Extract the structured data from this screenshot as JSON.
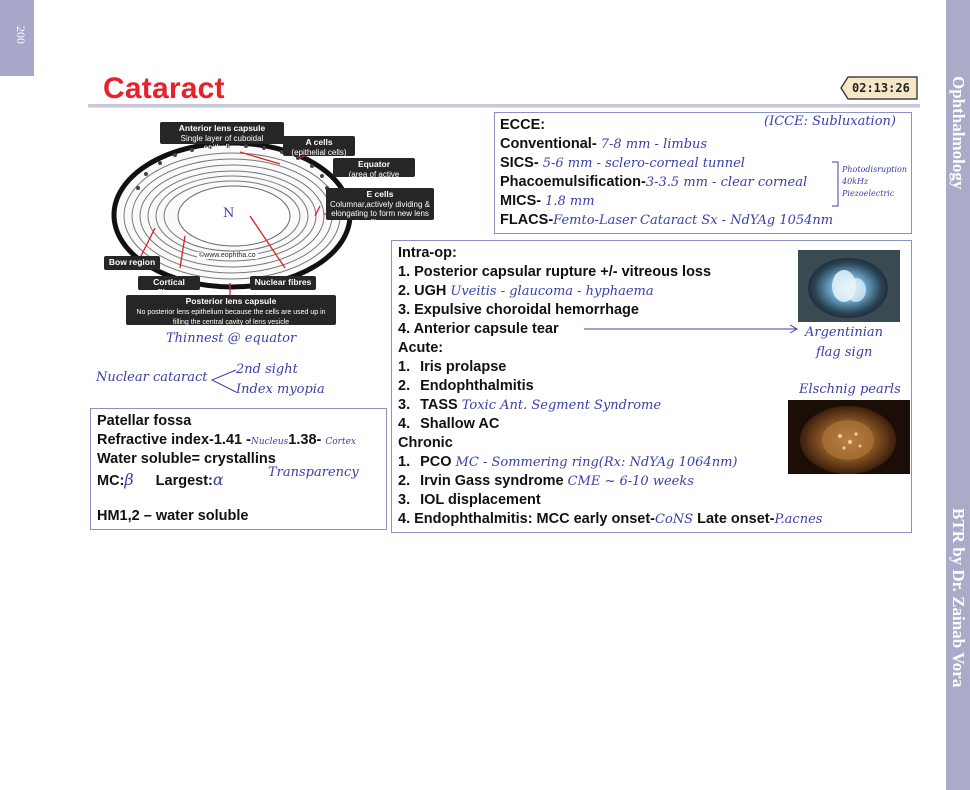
{
  "page_number": "200",
  "side_labels": {
    "top": "Ophthalmology",
    "bottom": "BTR by Dr. Zainab Vora"
  },
  "title": "Cataract",
  "timer": "02:13:26",
  "diagram": {
    "anterior_capsule_title": "Anterior lens capsule",
    "anterior_capsule_sub": "Single layer of cuboidal epithelium",
    "a_cells_title": "A cells",
    "a_cells_sub": "(epithelial cells)",
    "equator_title": "Equator",
    "equator_sub": "(area of active mitosis)",
    "e_cells_title": "E cells",
    "e_cells_sub": "Columnar,actively dividing & elongating to form new lens fibres",
    "nucleus_letter": "N",
    "watermark": "©www.eophtha.co",
    "bow_region": "Bow region",
    "cortical_fibres": "Cortical fibres",
    "nuclear_fibres": "Nuclear fibres",
    "posterior_capsule_title": "Posterior lens capsule",
    "posterior_capsule_sub": "No posterior lens epithelium because the cells are used up in filling the central cavity of lens vesicle"
  },
  "notes": {
    "thinnest": "Thinnest @ equator",
    "nuclear_cataract": "Nuclear cataract",
    "second_sight": "2nd sight",
    "index_myopia": "Index myopia"
  },
  "fossa_box": {
    "line1": "Patellar fossa",
    "ri_label": "Refractive index-1.41 -",
    "ri_nucleus": "Nucleus",
    "ri_value2": "1.38-",
    "ri_cortex": "Cortex",
    "water_soluble": "Water soluble= crystallins",
    "mc_label": "MC:",
    "mc_value": "β",
    "largest_label": "Largest:",
    "largest_value": "α",
    "transparency": "Transparency",
    "hm": "HM1,2 – water soluble"
  },
  "ecce_box": {
    "heading": "ECCE:",
    "icce_note": "(ICCE: Subluxation)",
    "rows": [
      {
        "label": "Conventional-",
        "note": "7-8 mm - limbus"
      },
      {
        "label": "SICS-",
        "note": "5-6 mm - sclero-corneal tunnel"
      },
      {
        "label": "Phacoemulsification-",
        "note": "3-3.5 mm - clear corneal"
      },
      {
        "label": "MICS-",
        "note": "1.8 mm"
      },
      {
        "label": "FLACS-",
        "note": "Femto-Laser Cataract Sx - NdYAg 1054nm"
      }
    ],
    "phaco_notes": [
      "Photodisruption",
      "40kHz",
      "Piezoelectric"
    ]
  },
  "complications_box": {
    "intraop_heading": "Intra-op:",
    "intraop": [
      {
        "text": "1. Posterior capsular rupture +/- vitreous loss",
        "note": ""
      },
      {
        "text": "2. UGH",
        "note": "Uveitis - glaucoma - hyphaema"
      },
      {
        "text": "3. Expulsive choroidal hemorrhage",
        "note": ""
      },
      {
        "text": "4. Anterior capsule tear",
        "note": ""
      }
    ],
    "acute_heading": "Acute:",
    "acute": [
      {
        "num": "1.",
        "text": "Iris prolapse",
        "note": ""
      },
      {
        "num": "2.",
        "text": "Endophthalmitis",
        "note": ""
      },
      {
        "num": "3.",
        "text": "TASS",
        "note": "Toxic Ant. Segment Syndrome"
      },
      {
        "num": "4.",
        "text": "Shallow AC",
        "note": ""
      }
    ],
    "chronic_heading": "Chronic",
    "chronic": [
      {
        "num": "1.",
        "text": "PCO",
        "note": "MC - Sommering ring(Rx: NdYAg 1064nm)"
      },
      {
        "num": "2.",
        "text": "Irvin Gass syndrome",
        "note": "CME ~ 6-10 weeks"
      },
      {
        "num": "3.",
        "text": "IOL displacement",
        "note": ""
      }
    ],
    "chronic4_label": "4.  Endophthalmitis: MCC early onset-",
    "chronic4_early": "CoNS",
    "chronic4_late_label": "Late onset-",
    "chronic4_late": "P.acnes",
    "argentinian_1": "Argentinian",
    "argentinian_2": "flag sign",
    "elschnig": "Elschnig pearls"
  }
}
